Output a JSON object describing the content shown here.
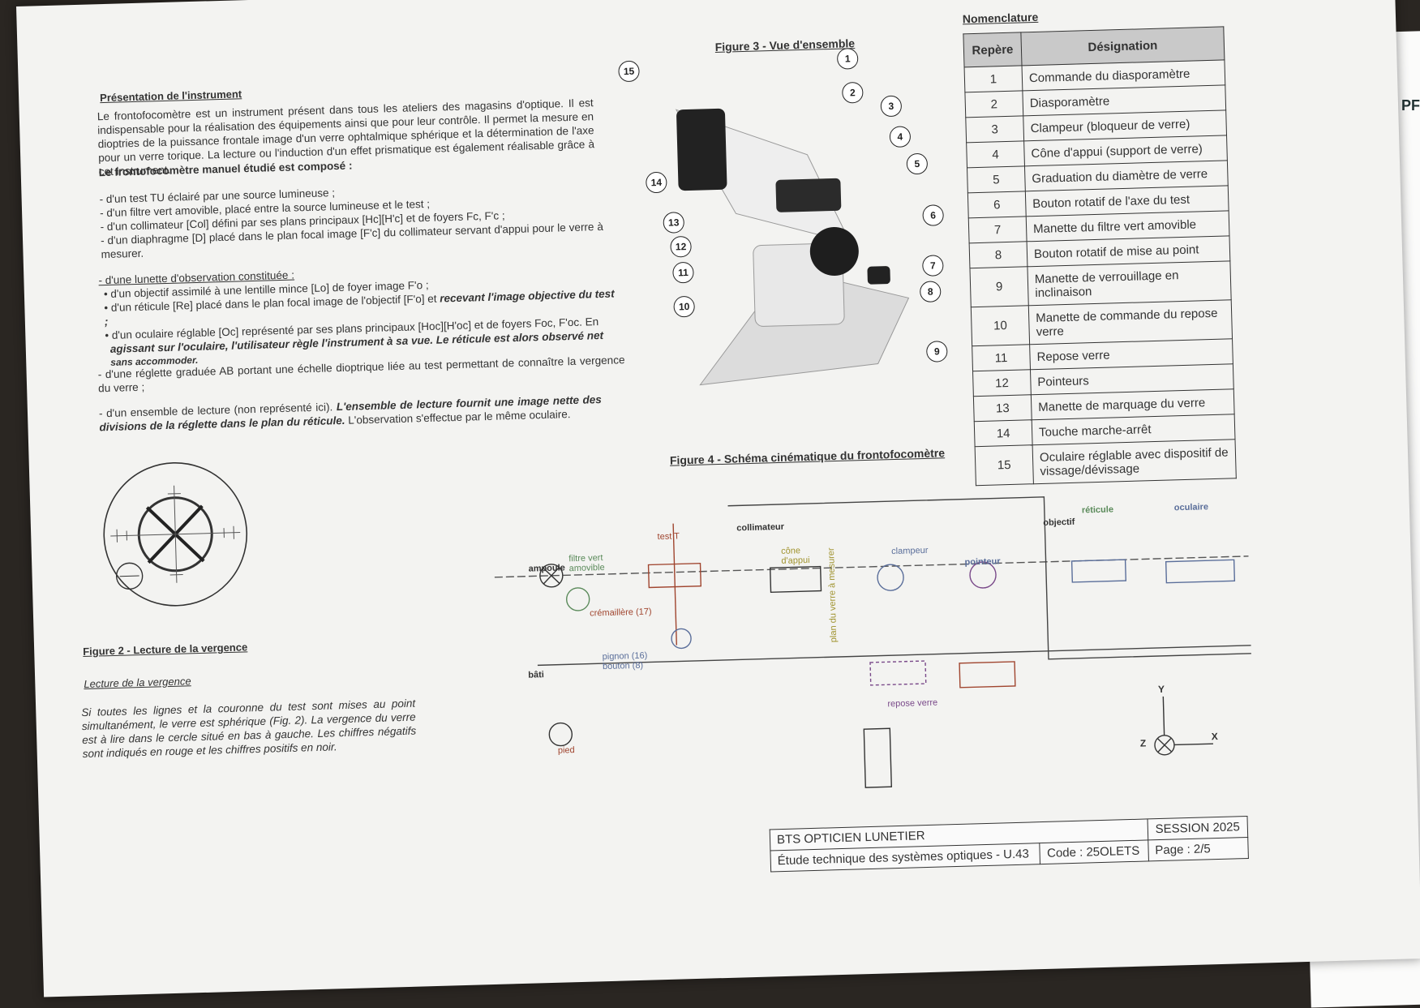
{
  "intro": {
    "title": "Présentation de l'instrument",
    "paragraph": "Le frontofocomètre est un instrument présent dans tous les ateliers des magasins d'optique. Il est indispensable pour la réalisation des équipements ainsi que pour leur contrôle. Il permet la mesure en dioptries de la puissance frontale image d'un verre ophtalmique sphérique et la détermination de l'axe pour un verre torique. La lecture ou l'induction d'un effet prismatique est également réalisable grâce à cet instrument.",
    "composition_title": "Le frontofocomètre manuel étudié est composé :",
    "items": [
      "- d'un test TU éclairé par une source lumineuse ;",
      "- d'un filtre vert amovible, placé entre la source lumineuse et le test ;",
      "- d'un collimateur [Col] défini par ses plans principaux [Hc][H'c] et de foyers Fc, F'c ;",
      "- d'un diaphragme [D] placé dans le plan focal image [F'c] du collimateur servant d'appui pour le verre à mesurer."
    ],
    "lunette_title": "- d'une lunette d'observation constituée :",
    "lunette_items": [
      "• d'un objectif assimilé à une lentille mince [Lo] de foyer image F'o ;",
      "• d'un réticule [Re] placé dans le plan focal image de l'objectif [F'o] et",
      "recevant l'image objective du test ;",
      "• d'un oculaire réglable [Oc] représenté par ses plans principaux [Hoc][H'oc] et de foyers Foc, F'oc. En",
      "agissant sur l'oculaire, l'utilisateur règle l'instrument à sa vue. Le réticule est alors observé net",
      "sans accommoder."
    ],
    "reglette": "- d'une réglette graduée AB portant une échelle dioptrique liée au test permettant de connaître la vergence du verre ;",
    "lecture_a": "- d'un ensemble de lecture (non représenté ici).",
    "lecture_b": "L'ensemble de lecture fournit une image nette des divisions de la réglette dans le plan du réticule.",
    "lecture_c": "L'observation s'effectue par le même oculaire."
  },
  "fig2": {
    "caption": "Figure 2 - Lecture de la vergence",
    "subtitle": "Lecture de la vergence",
    "text": "Si toutes les lignes et la couronne du test sont mises au point simultanément, le verre est sphérique (Fig. 2). La vergence du verre est à lire dans le cercle situé en bas à gauche. Les chiffres négatifs sont indiqués en rouge et les chiffres positifs en noir."
  },
  "fig3": {
    "caption": "Figure 3 - Vue d'ensemble",
    "callouts": [
      "1",
      "2",
      "3",
      "4",
      "5",
      "6",
      "7",
      "8",
      "9",
      "10",
      "11",
      "12",
      "13",
      "14",
      "15"
    ]
  },
  "nomenclature": {
    "title": "Nomenclature",
    "headers": [
      "Repère",
      "Désignation"
    ],
    "rows": [
      [
        "1",
        "Commande du diasporamètre"
      ],
      [
        "2",
        "Diasporamètre"
      ],
      [
        "3",
        "Clampeur (bloqueur de verre)"
      ],
      [
        "4",
        "Cône d'appui (support de verre)"
      ],
      [
        "5",
        "Graduation du diamètre de verre"
      ],
      [
        "6",
        "Bouton rotatif de l'axe du test"
      ],
      [
        "7",
        "Manette du filtre vert amovible"
      ],
      [
        "8",
        "Bouton rotatif de mise au point"
      ],
      [
        "9",
        "Manette de verrouillage en inclinaison"
      ],
      [
        "10",
        "Manette de commande du repose verre"
      ],
      [
        "11",
        "Repose verre"
      ],
      [
        "12",
        "Pointeurs"
      ],
      [
        "13",
        "Manette de marquage du verre"
      ],
      [
        "14",
        "Touche marche-arrêt"
      ],
      [
        "15",
        "Oculaire réglable avec dispositif de vissage/dévissage"
      ]
    ]
  },
  "fig4": {
    "caption": "Figure 4 - Schéma cinématique du frontofocomètre",
    "labels": {
      "ampoule": "ampoule",
      "filtre": "filtre vert amovible",
      "test": "test T",
      "cremaillere": "crémaillère (17)",
      "pignon": "pignon (16)",
      "bouton": "bouton (8)",
      "bati": "bâti",
      "pied": "pied",
      "collimateur": "collimateur",
      "cone": "cône d'appui",
      "clampeur": "clampeur",
      "pointeur": "pointeur",
      "plan": "plan du verre à mesurer",
      "repose": "repose verre",
      "objectif": "objectif",
      "reticule": "réticule",
      "oculaire": "oculaire",
      "axis_y": "Y",
      "axis_x": "X",
      "axis_z": "Z"
    }
  },
  "cartouche": {
    "school": "BTS OPTICIEN LUNETIER",
    "session": "SESSION 2025",
    "subject": "Étude technique des systèmes optiques - U.43",
    "code": "Code : 25OLETS",
    "page": "Page : 2/5"
  },
  "edge_text": "PF"
}
